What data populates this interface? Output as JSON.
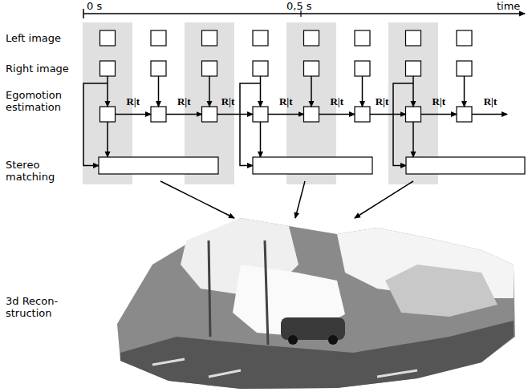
{
  "diagram": {
    "labels": [
      "0 s",
      "0,5 s",
      "time",
      "Left image",
      "Right image",
      "Egomotion estimation",
      "Stereo matching",
      "R|t",
      "R|t",
      "R|t",
      "R|t",
      "R|t",
      "R|t",
      "R|t",
      "R|t",
      "3d Recon- struction"
    ]
  }
}
